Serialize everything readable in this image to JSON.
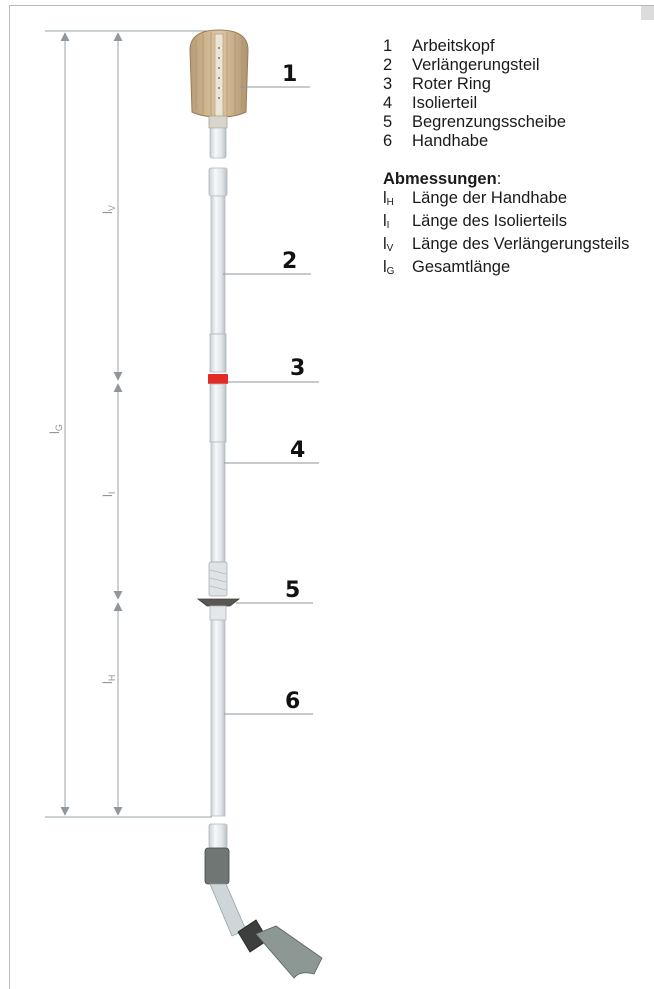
{
  "parts": [
    {
      "num": "1",
      "name": "Arbeitskopf"
    },
    {
      "num": "2",
      "name": "Verlängerungsteil"
    },
    {
      "num": "3",
      "name": "Roter Ring"
    },
    {
      "num": "4",
      "name": "Isolierteil"
    },
    {
      "num": "5",
      "name": "Begrenzungsscheibe"
    },
    {
      "num": "6",
      "name": "Handhabe"
    }
  ],
  "dimensions_title": "Abmessungen",
  "dimensions_colon": ":",
  "dimensions": [
    {
      "sym": "l",
      "sub": "H",
      "text": "Länge der Handhabe"
    },
    {
      "sym": "l",
      "sub": "I",
      "text": "Länge des Isolierteils"
    },
    {
      "sym": "l",
      "sub": "V",
      "text": "Länge des Verlängerungsteils"
    },
    {
      "sym": "l",
      "sub": "G",
      "text": "Gesamtlänge"
    }
  ],
  "drawing_labels": {
    "lV": {
      "sym": "l",
      "sub": "V"
    },
    "lI": {
      "sym": "l",
      "sub": "I"
    },
    "lH": {
      "sym": "l",
      "sub": "H"
    },
    "lG": {
      "sym": "l",
      "sub": "G"
    }
  },
  "colors": {
    "dimension_line": "#9aa3a9",
    "red_ring": "#e32b26",
    "brush": "#cdb28b",
    "tube": "#e7ecee"
  }
}
